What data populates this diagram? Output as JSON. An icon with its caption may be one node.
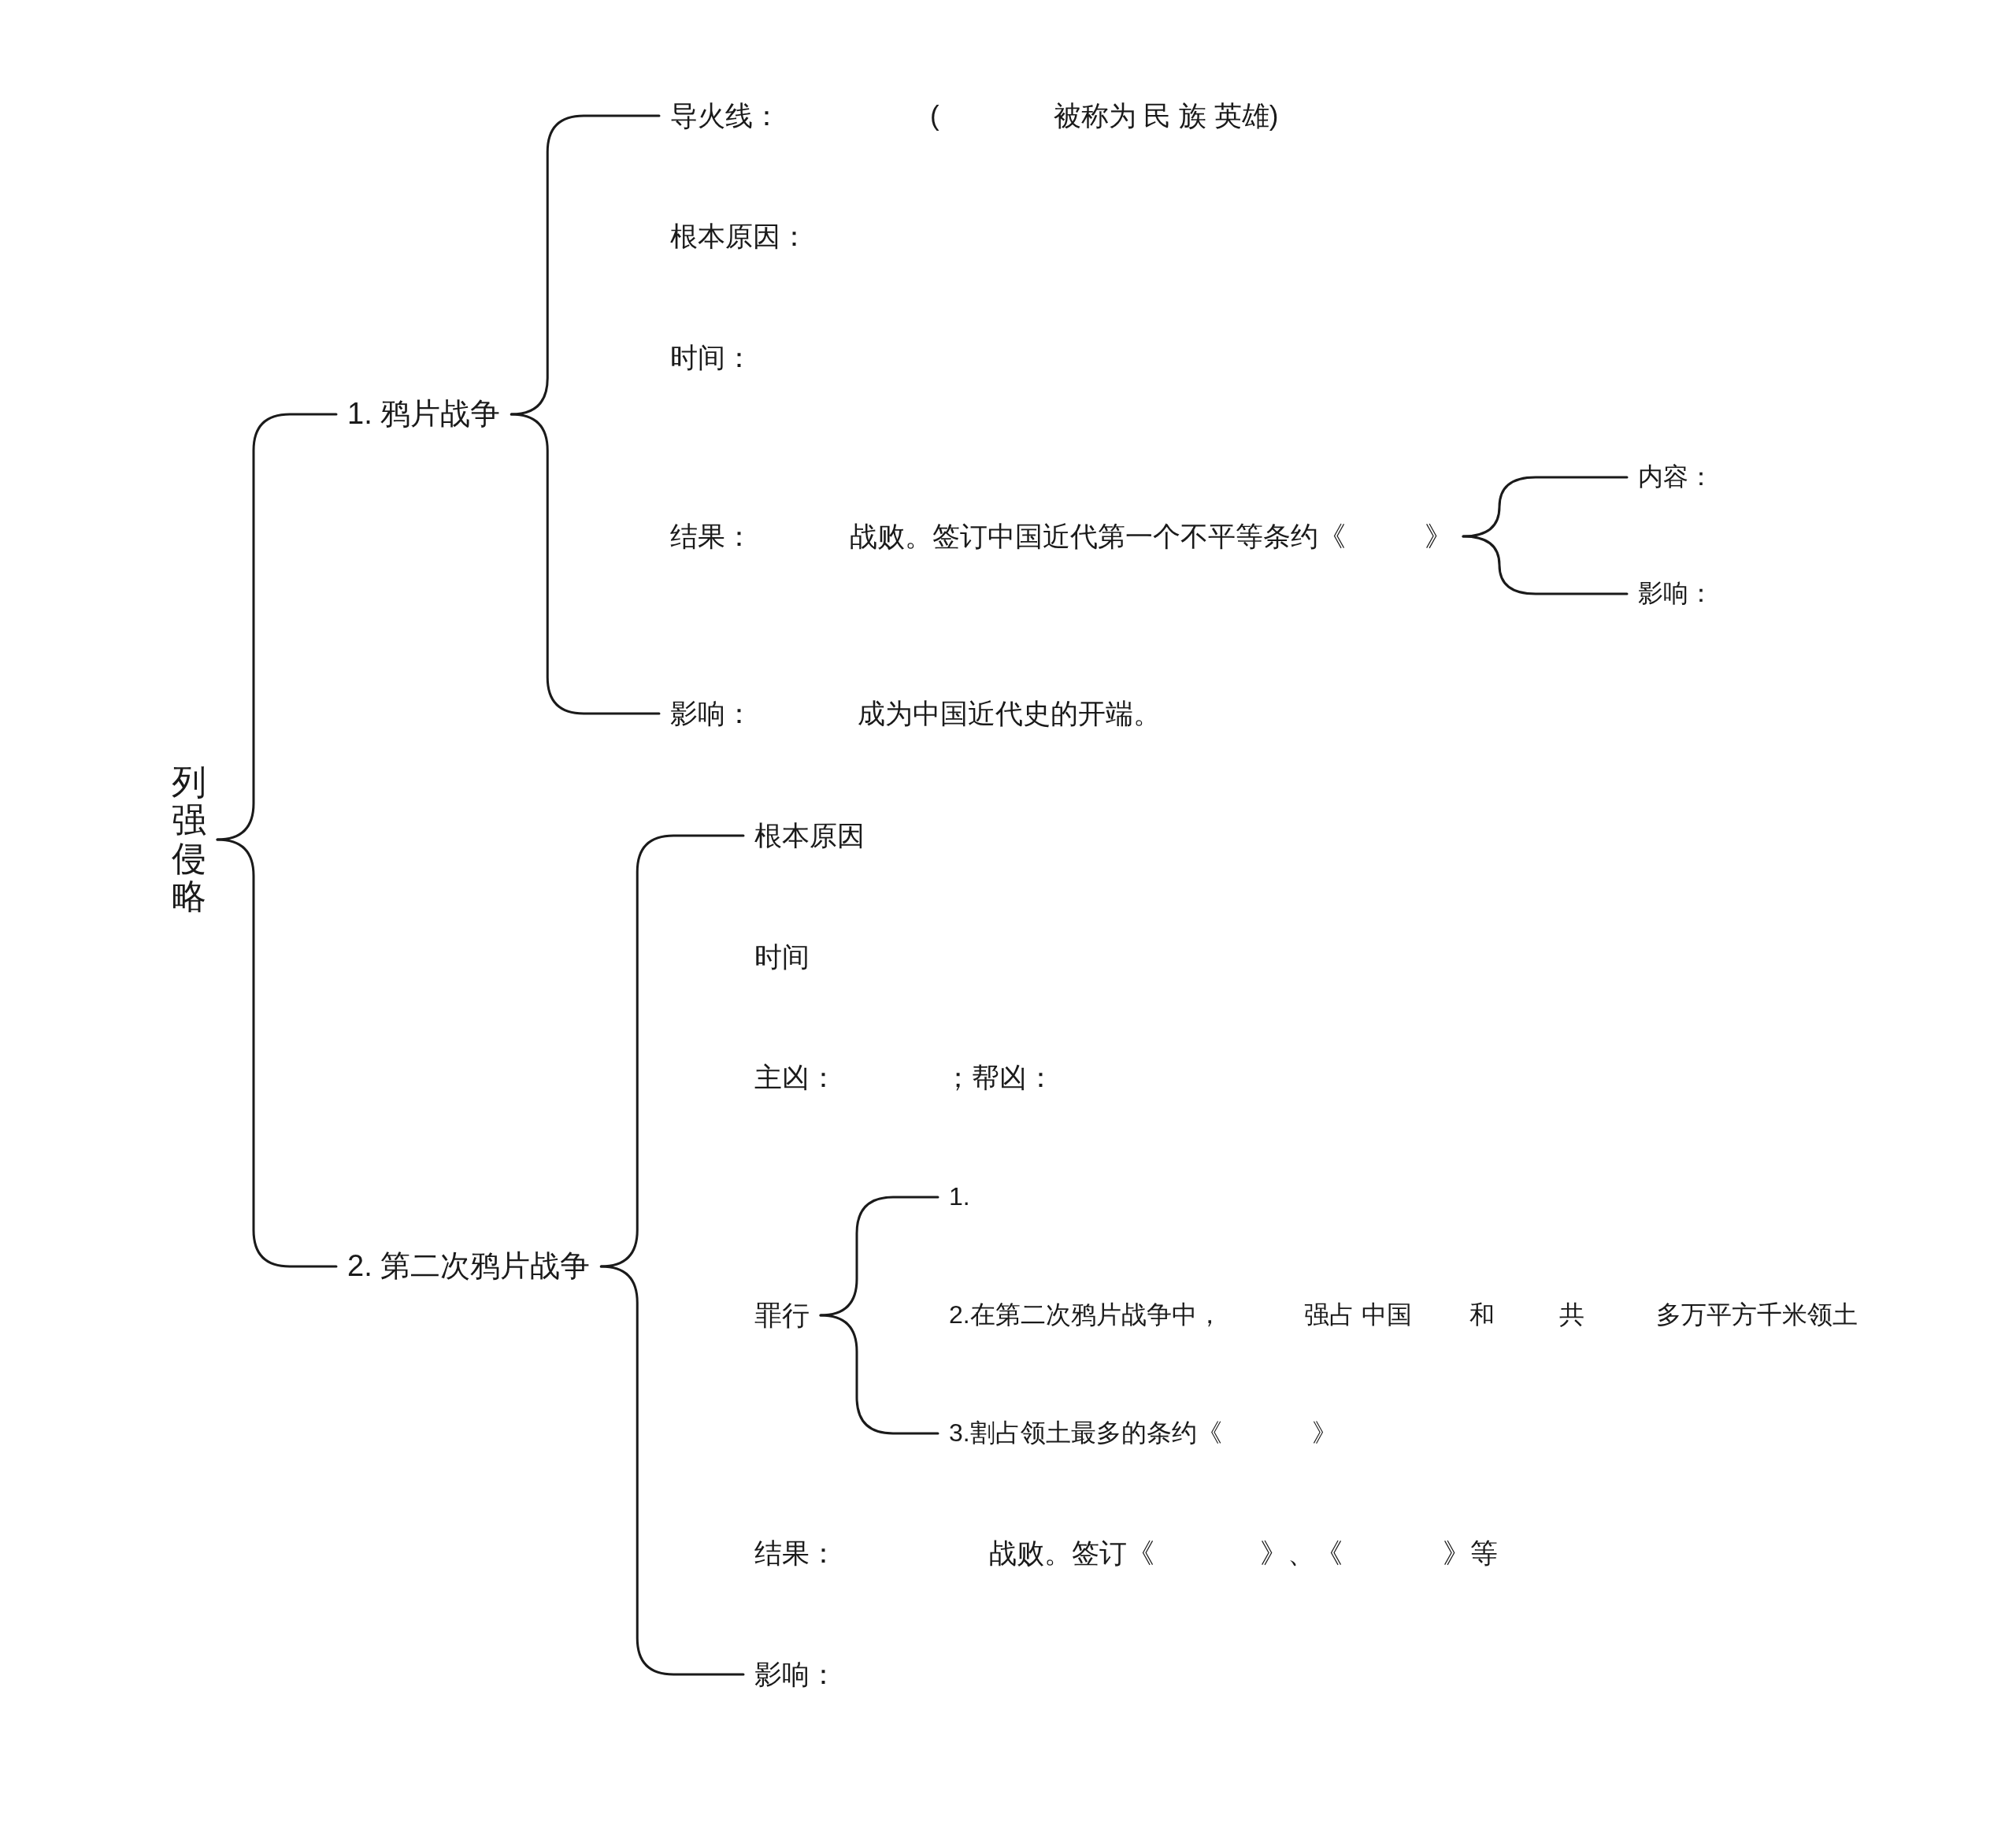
{
  "diagram": {
    "nodes": [
      {
        "text": [
          "列强侵略"
        ]
      },
      {
        "text": [
          "1. 鸦片战争"
        ]
      },
      {
        "text": [
          "导火线：",
          "(",
          "被称为 民 族 英雄)"
        ]
      },
      {
        "text": [
          "根本原因："
        ]
      },
      {
        "text": [
          "时间："
        ]
      },
      {
        "text": [
          "结果：",
          "战败。签订中国近代第一个不平等条约《",
          "》"
        ]
      },
      {
        "text": [
          "内容："
        ]
      },
      {
        "text": [
          "影响："
        ]
      },
      {
        "text": [
          "影响：",
          "成为中国近代史的开端。"
        ]
      },
      {
        "text": [
          "2. 第二次鸦片战争"
        ]
      },
      {
        "text": [
          "根本原因"
        ]
      },
      {
        "text": [
          "时间"
        ]
      },
      {
        "text": [
          "主凶：",
          "；帮凶："
        ]
      },
      {
        "text": [
          "罪行"
        ]
      },
      {
        "text": [
          "1."
        ]
      },
      {
        "text": [
          "2.在第二次鸦片战争中，",
          "强占 中国",
          "和",
          "共",
          "多万平方千米领土"
        ]
      },
      {
        "text": [
          "3.割占领土最多的条约《",
          "》"
        ]
      },
      {
        "text": [
          "结果：",
          "战败。签订《",
          "》、《",
          "》等"
        ]
      },
      {
        "text": [
          "影响："
        ]
      }
    ],
    "edges": [
      {
        "from": 0,
        "to": 1,
        "arrow": "none"
      },
      {
        "from": 0,
        "to": 9,
        "arrow": "none"
      },
      {
        "from": 1,
        "to": 2,
        "arrow": "none"
      },
      {
        "from": 1,
        "to": 8,
        "arrow": "none"
      },
      {
        "from": 5,
        "to": 6,
        "arrow": "none"
      },
      {
        "from": 5,
        "to": 7,
        "arrow": "none"
      },
      {
        "from": 9,
        "to": 10,
        "arrow": "none"
      },
      {
        "from": 9,
        "to": 18,
        "arrow": "none"
      },
      {
        "from": 13,
        "to": 14,
        "arrow": "none"
      },
      {
        "from": 13,
        "to": 16,
        "arrow": "none"
      }
    ]
  }
}
